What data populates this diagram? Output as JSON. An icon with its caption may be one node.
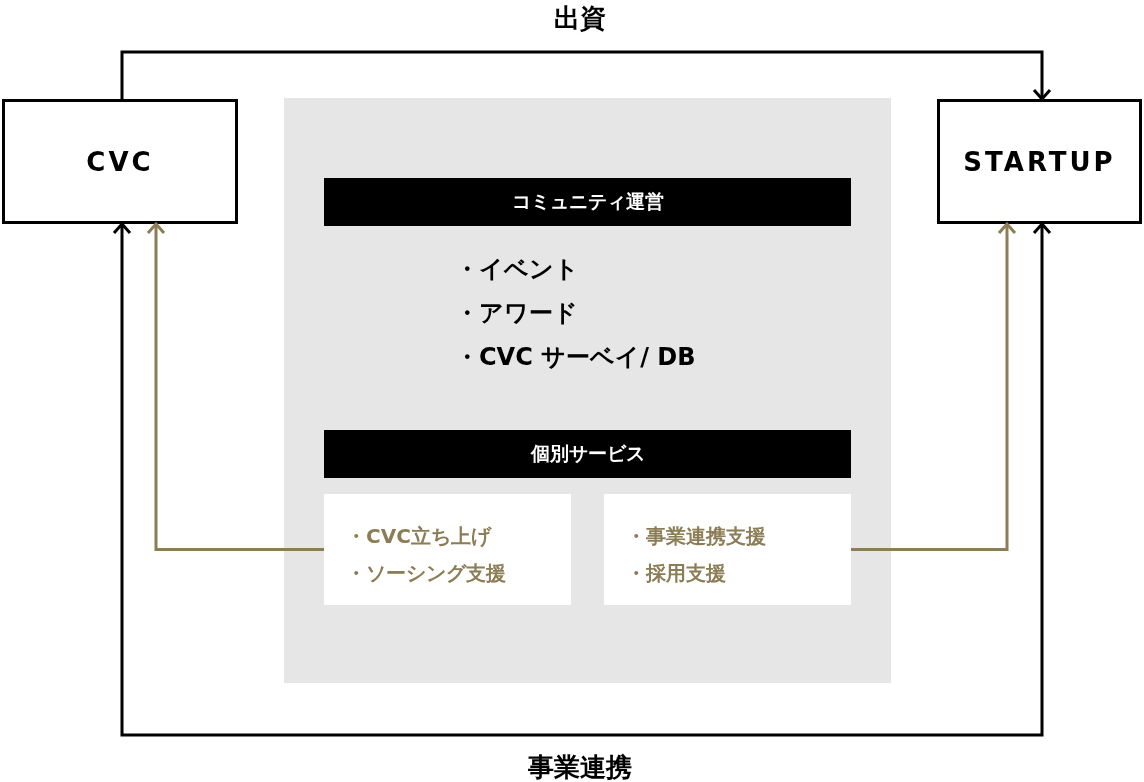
{
  "diagram": {
    "nodes": [
      {
        "text": [
          "CVC"
        ]
      },
      {
        "text": [
          "STARTUP"
        ]
      },
      {
        "text": [],
        "shape": "box"
      },
      {
        "text": [
          "コミュニティ運営"
        ],
        "in": 2
      },
      {
        "text": [
          "個別サービス"
        ],
        "in": 2
      },
      {
        "text": [
          "・CVC立ち上げ",
          "・ソーシング支援"
        ],
        "in": 2
      },
      {
        "text": [
          "・事業連携支援",
          "・採用支援"
        ],
        "in": 2
      }
    ],
    "edges": [
      {
        "from": 0,
        "to": 1,
        "arrow": "to",
        "label": "出資"
      },
      {
        "from": 5,
        "to": 0,
        "arrow": "to",
        "color": "#8b7d55"
      },
      {
        "from": 6,
        "to": 1,
        "arrow": "to",
        "color": "#8b7d55"
      },
      {
        "from": 0,
        "to": 1,
        "arrow": "both",
        "label": "事業連携"
      }
    ],
    "labels": [
      "・イベント",
      "・アワード",
      "・CVC サーベイ/ DB"
    ]
  }
}
